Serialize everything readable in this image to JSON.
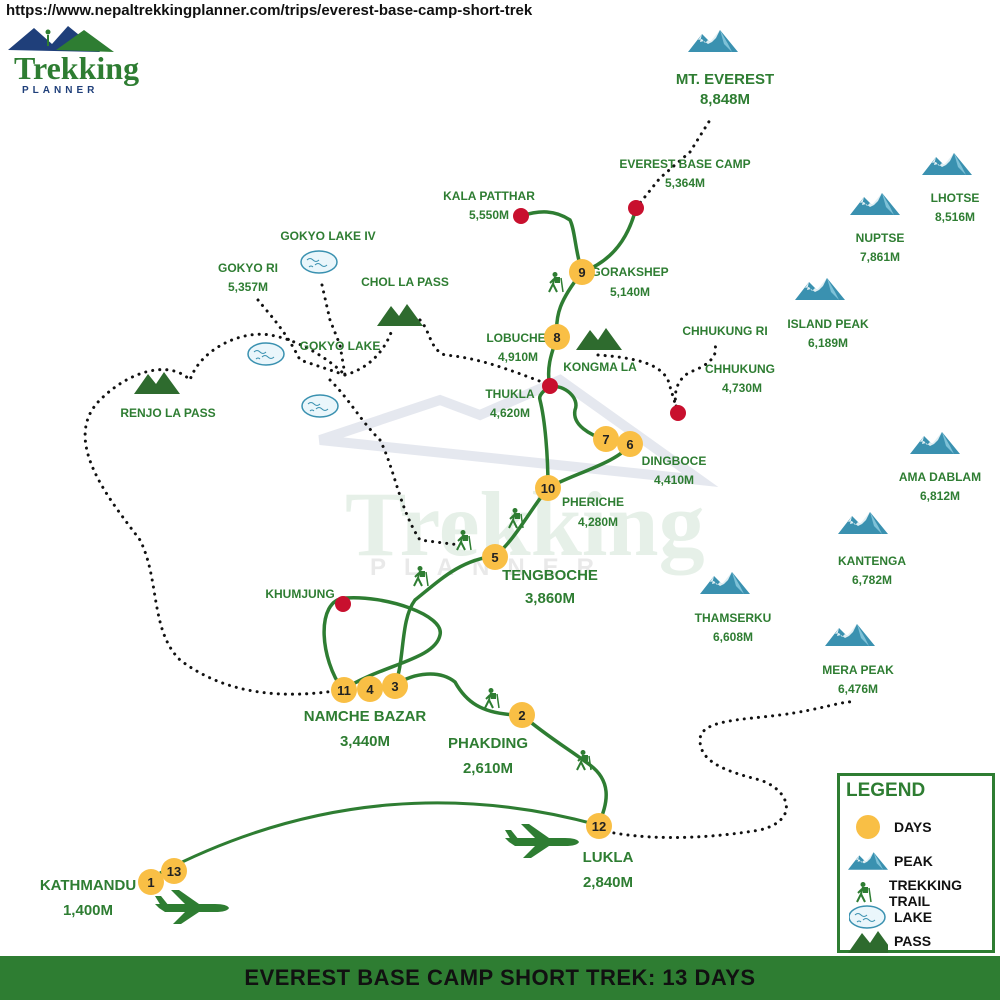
{
  "url": "https://www.nepaltrekkingplanner.com/trips/everest-base-camp-short-trek",
  "logo": {
    "word": "Trekking",
    "sub": "PLANNER"
  },
  "watermark": {
    "word": "Trekking",
    "sub": "PLANNER"
  },
  "footer": {
    "title": "EVEREST BASE CAMP SHORT TREK: 13 DAYS"
  },
  "legend": {
    "title": "LEGEND",
    "items": [
      {
        "icon": "day-circle-icon",
        "label": "DAYS"
      },
      {
        "icon": "peak-icon",
        "label": "PEAK"
      },
      {
        "icon": "trekker-icon",
        "label": "TREKKING TRAIL"
      },
      {
        "icon": "lake-icon",
        "label": "LAKE"
      },
      {
        "icon": "pass-icon",
        "label": "PASS"
      }
    ]
  },
  "colors": {
    "trail": "#2e7d32",
    "day": "#f9bf45",
    "stop": "#c8102e",
    "peak": "#3a91b0",
    "label": "#2e7d32"
  },
  "peaks": [
    {
      "name": "MT. EVEREST",
      "elev": "8,848M"
    },
    {
      "name": "LHOTSE",
      "elev": "8,516M"
    },
    {
      "name": "NUPTSE",
      "elev": "7,861M"
    },
    {
      "name": "ISLAND PEAK",
      "elev": "6,189M"
    },
    {
      "name": "AMA DABLAM",
      "elev": "6,812M"
    },
    {
      "name": "KANTENGA",
      "elev": "6,782M"
    },
    {
      "name": "THAMSERKU",
      "elev": "6,608M"
    },
    {
      "name": "MERA PEAK",
      "elev": "6,476M"
    }
  ],
  "passes": [
    {
      "name": "RENJO LA PASS"
    },
    {
      "name": "CHOL LA PASS"
    },
    {
      "name": "KONGMA LA"
    }
  ],
  "lakes": [
    {
      "name": "GOKYO LAKE IV"
    },
    {
      "name": "GOKYO LAKE"
    }
  ],
  "places": [
    {
      "name": "EVEREST BASE CAMP",
      "elev": "5,364M"
    },
    {
      "name": "KALA PATTHAR",
      "elev": "5,550M"
    },
    {
      "name": "GORAKSHEP",
      "elev": "5,140M"
    },
    {
      "name": "LOBUCHE",
      "elev": "4,910M"
    },
    {
      "name": "THUKLA",
      "elev": "4,620M"
    },
    {
      "name": "CHHUKUNG RI",
      "elev": ""
    },
    {
      "name": "CHHUKUNG",
      "elev": "4,730M"
    },
    {
      "name": "DINGBOCE",
      "elev": "4,410M"
    },
    {
      "name": "PHERICHE",
      "elev": "4,280M"
    },
    {
      "name": "TENGBOCHE",
      "elev": "3,860M"
    },
    {
      "name": "KHUMJUNG",
      "elev": ""
    },
    {
      "name": "NAMCHE BAZAR",
      "elev": "3,440M"
    },
    {
      "name": "PHAKDING",
      "elev": "2,610M"
    },
    {
      "name": "LUKLA",
      "elev": "2,840M"
    },
    {
      "name": "KATHMANDU",
      "elev": "1,400M"
    },
    {
      "name": "GOKYO RI",
      "elev": "5,357M"
    }
  ],
  "days": [
    "1",
    "13",
    "2",
    "3",
    "4",
    "11",
    "5",
    "6",
    "7",
    "10",
    "8",
    "9",
    "12"
  ]
}
